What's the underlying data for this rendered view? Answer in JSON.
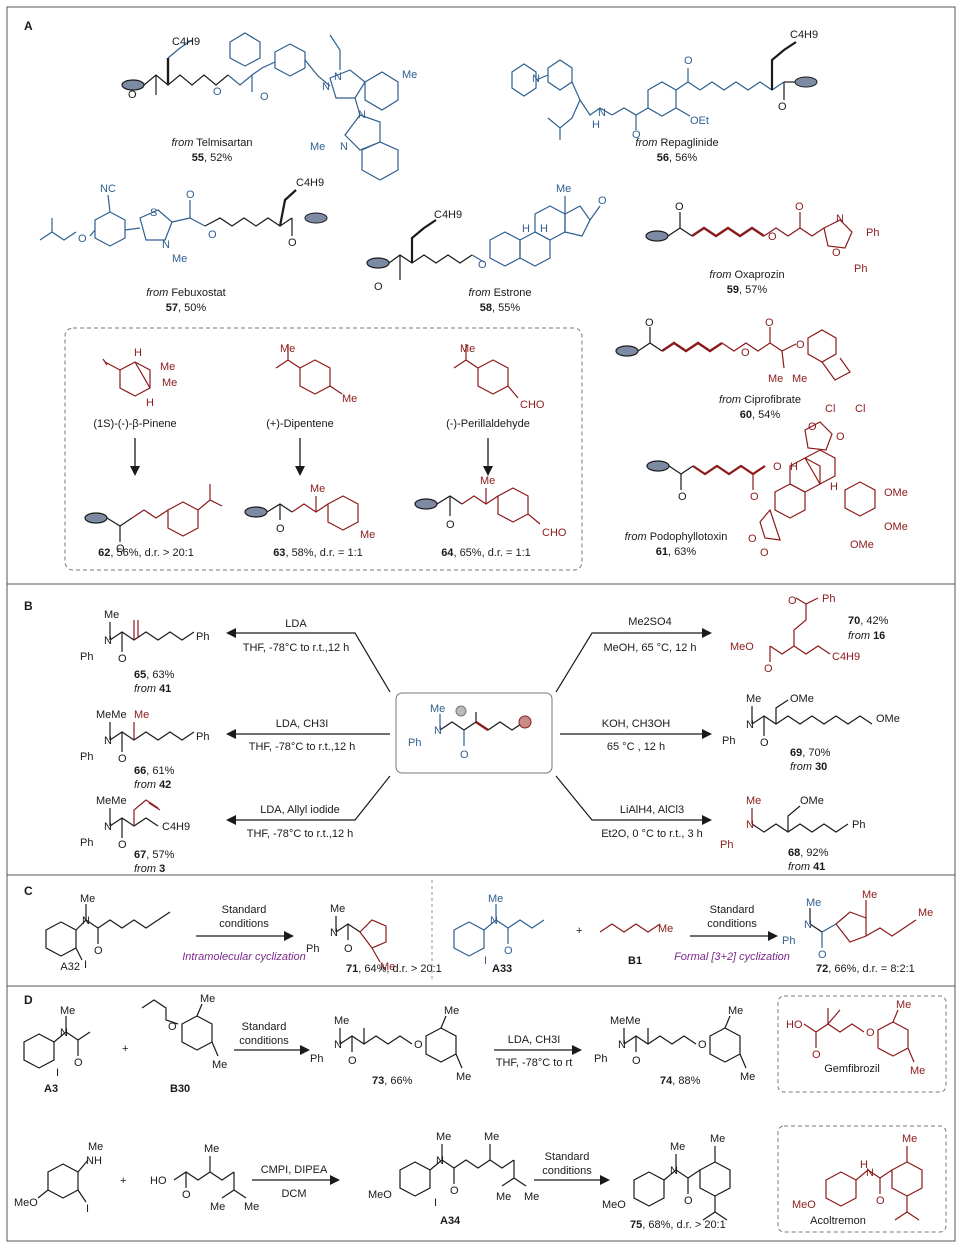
{
  "panels": {
    "A": {
      "letter": "A",
      "compounds": [
        {
          "id": "55",
          "from_prefix": "from",
          "source": "Telmisartan",
          "yield": "52%"
        },
        {
          "id": "56",
          "from_prefix": "from",
          "source": "Repaglinide",
          "yield": "56%"
        },
        {
          "id": "57",
          "from_prefix": "from",
          "source": "Febuxostat",
          "yield": "50%"
        },
        {
          "id": "58",
          "from_prefix": "from",
          "source": "Estrone",
          "yield": "55%"
        },
        {
          "id": "59",
          "from_prefix": "from",
          "source": "Oxaprozin",
          "yield": "57%"
        },
        {
          "id": "60",
          "from_prefix": "from",
          "source": "Ciprofibrate",
          "yield": "54%"
        },
        {
          "id": "61",
          "from_prefix": "from",
          "source": "Podophyllotoxin",
          "yield": "63%"
        }
      ],
      "terpenes": [
        {
          "start": "(1S)-(-)-β-Pinene",
          "id": "62",
          "result": "56%, d.r. > 20:1"
        },
        {
          "start": "(+)-Dipentene",
          "id": "63",
          "result": "58%, d.r. = 1:1"
        },
        {
          "start": "(-)-Perillaldehyde",
          "id": "64",
          "result": "65%, d.r. = 1:1"
        }
      ]
    },
    "B": {
      "letter": "B",
      "left": [
        {
          "reagent": "LDA",
          "cond": "THF, -78°C to r.t.,12 h",
          "id": "65",
          "yield": "63%",
          "from": "41"
        },
        {
          "reagent": "LDA, CH3I",
          "cond": "THF, -78°C to r.t.,12 h",
          "id": "66",
          "yield": "61%",
          "from": "42"
        },
        {
          "reagent": "LDA, Allyl iodide",
          "cond": "THF, -78°C to r.t.,12 h",
          "id": "67",
          "yield": "57%",
          "from": "3"
        }
      ],
      "right": [
        {
          "reagent": "Me2SO4",
          "cond": "MeOH, 65 °C, 12 h",
          "id": "70",
          "yield": "42%",
          "from": "16"
        },
        {
          "reagent": "KOH, CH3OH",
          "cond": "65 °C , 12 h",
          "id": "69",
          "yield": "70%",
          "from": "30"
        },
        {
          "reagent": "LiAlH4, AlCl3",
          "cond": "Et2O, 0 °C to r.t., 3 h",
          "id": "68",
          "yield": "92%",
          "from": "41"
        }
      ]
    },
    "C": {
      "letter": "C",
      "left": {
        "sm": "A32",
        "cond1": "Standard",
        "cond2": "conditions",
        "note": "Intramolecular cyclization",
        "id": "71",
        "result": "64%, d.r. > 20:1"
      },
      "right": {
        "sm1": "A33",
        "sm2": "B1",
        "cond1": "Standard",
        "cond2": "conditions",
        "note": "Formal [3+2] cyclization",
        "id": "72",
        "result": "66%, d.r. = 8:2:1"
      }
    },
    "D": {
      "letter": "D",
      "row1": {
        "sm1": "A3",
        "sm2": "B30",
        "cond1": "Standard",
        "cond2": "conditions",
        "p1": "73",
        "p1y": "66%",
        "cond3": "LDA, CH3I",
        "cond4": "THF, -78°C to rt",
        "p2": "74",
        "p2y": "88%",
        "drug": "Gemfibrozil"
      },
      "row2": {
        "cond1": "CMPI, DIPEA",
        "cond2": "DCM",
        "int": "A34",
        "cond3": "Standard",
        "cond4": "conditions",
        "p": "75",
        "py": "68%, d.r. > 20:1",
        "drug": "Acoltremon"
      }
    }
  },
  "atoms": {
    "me": "Me",
    "ph": "Ph",
    "o": "O",
    "n": "N",
    "h": "H",
    "c4h9": "C4H9",
    "nh": "NH",
    "meo": "MeO",
    "ome": "OMe",
    "oet": "OEt",
    "cl": "Cl",
    "cho": "CHO",
    "nc": "NC",
    "s": "S",
    "ho": "HO",
    "hoo": "HO",
    "plus": "+",
    "eto": "Et",
    "meme": "MeMe",
    "memen": "Me"
  },
  "colors": {
    "blue": "#2f5f8f",
    "red": "#8b1a1a",
    "purple": "#7a2a8a",
    "grey": "#7d8aa3",
    "frame": "#555555"
  }
}
